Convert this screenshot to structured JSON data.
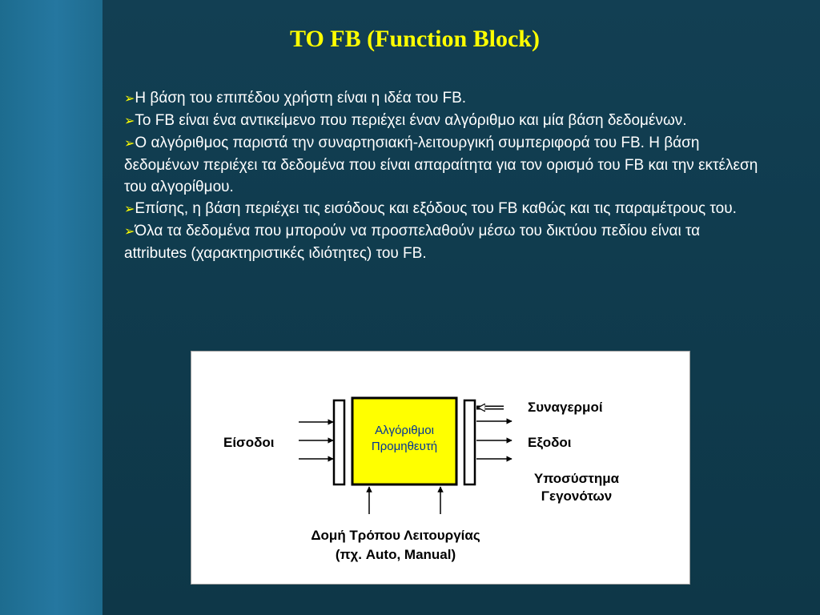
{
  "title": "TO  FB (Function Block)",
  "bullet_marker": "➢",
  "bullets": [
    "Η βάση του επιπέδου χρήστη είναι η ιδέα του FB.",
    "Το FB είναι ένα αντικείμενο που περιέχει έναν αλγόριθμο και μία βάση δεδομένων.",
    "Ο αλγόριθμος παριστά την συναρτησιακή-λειτουργική συμπεριφορά του FB. Η βάση δεδομένων περιέχει τα δεδομένα που είναι απαραίτητα για τον ορισμό του FB και την εκτέλεση του αλγορίθμου.",
    "Επίσης, η βάση περιέχει τις εισόδους και εξόδους του FB καθώς και τις παραμέτρους του.",
    "Όλα τα δεδομένα που μπορούν να προσπελαθούν μέσω του δικτύου πεδίου είναι τα attributes (χαρακτηριστικές ιδιότητες) του FB."
  ],
  "diagram": {
    "algorithm_line1": "Αλγόριθμοι",
    "algorithm_line2": "Προμηθευτή",
    "inputs_label": "Είσοδοι",
    "alarms_label": "Συναγερμοί",
    "outputs_label": "Εξοδοι",
    "events_line1": "Υποσύστημα",
    "events_line2": "Γεγονότων",
    "mode_line1": "Δομή Τρόπου Λειτουργίας",
    "mode_line2": "(πχ. Auto, Manual)"
  },
  "colors": {
    "background": "#0f3e51",
    "side_band": "#2577a0",
    "title": "#ffff00",
    "bullet_marker": "#ffff00",
    "text": "#ffffff",
    "algorithm_fill": "#ffff00",
    "algorithm_text": "#003399"
  }
}
